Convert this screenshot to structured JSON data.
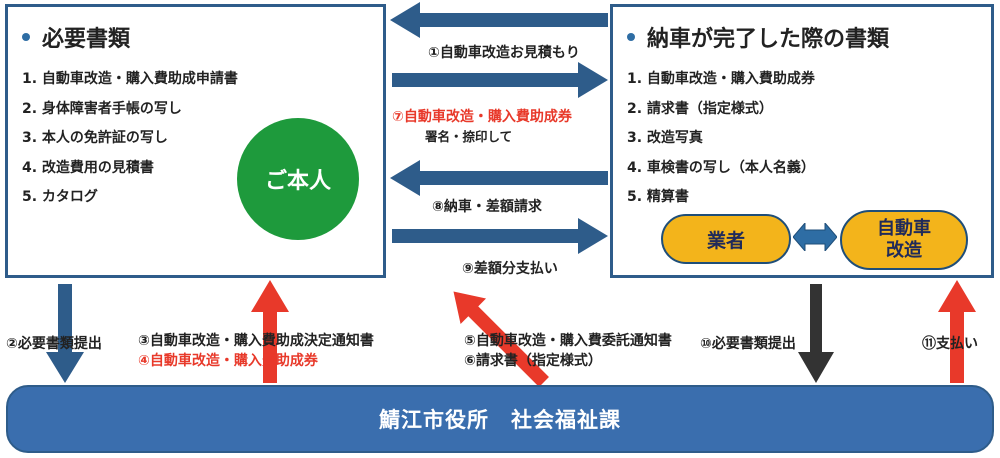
{
  "left_panel": {
    "title": "必要書類",
    "items": [
      "1. 自動車改造・購入費助成申請書",
      "2. 身体障害者手帳の写し",
      "3. 本人の免許証の写し",
      "4. 改造費用の見積書",
      "5. カタログ"
    ],
    "person": "ご本人"
  },
  "right_panel": {
    "title": "納車が完了した際の書類",
    "items": [
      "1. 自動車改造・購入費助成券",
      "2. 請求書（指定様式）",
      "3. 改造写真",
      "4. 車検書の写し（本人名義）",
      "5. 精算書"
    ],
    "vendor": "業者",
    "modification_line1": "自動車",
    "modification_line2": "改造"
  },
  "flows": {
    "step1": "①自動車改造お見積もり",
    "step7": "⑦自動車改造・購入費助成券",
    "step7_note": "署名・捺印して",
    "step8": "⑧納車・差額請求",
    "step9": "⑨差額分支払い",
    "step2": "②必要書類提出",
    "step3": "③自動車改造・購入費助成決定通知書",
    "step4": "④自動車改造・購入費助成券",
    "step5": "⑤自動車改造・購入費委託通知書",
    "step6": "⑥請求書（指定様式）",
    "step10": "⑩必要書類提出",
    "step11": "⑪支払い"
  },
  "office": "鯖江市役所　社会福祉課",
  "colors": {
    "panel_border": "#2e5c8a",
    "arrow_blue": "#2e5c8a",
    "arrow_red": "#e8392a",
    "arrow_black": "#333333",
    "person_green": "#1e9a3c",
    "pill_yellow": "#f3b41b",
    "office_blue": "#3a6eae"
  }
}
